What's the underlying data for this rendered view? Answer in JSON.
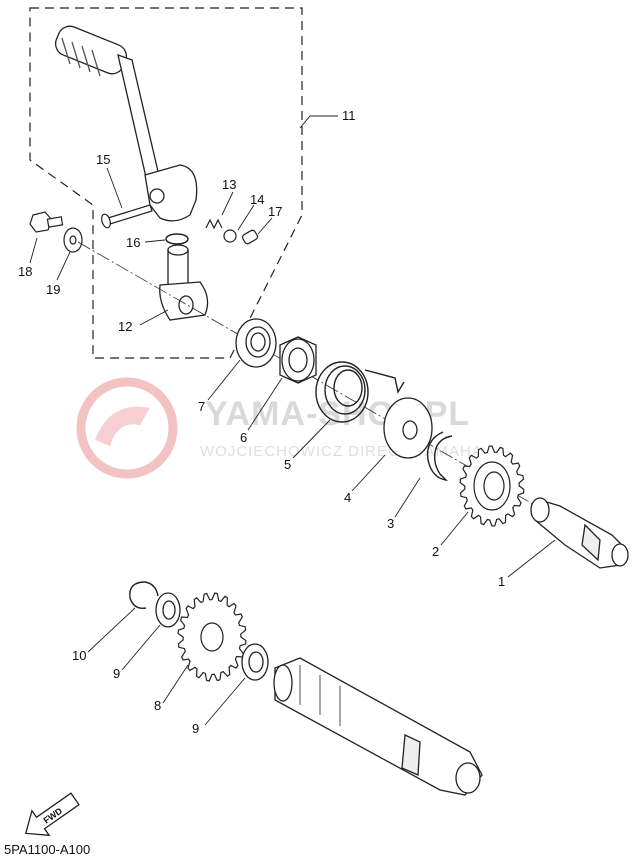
{
  "diagram": {
    "code": "5PA1100-A100",
    "fwd_label": "FWD",
    "watermark": {
      "name": "YAMA-SHOP.PL",
      "sub": "WOJCIECHOWICZ DIRECT YAMAHA"
    },
    "callouts": {
      "p1": "1",
      "p2": "2",
      "p3": "3",
      "p4": "4",
      "p5": "5",
      "p6": "6",
      "p7": "7",
      "p8": "8",
      "p9a": "9",
      "p9b": "9",
      "p10": "10",
      "p11": "11",
      "p12": "12",
      "p13": "13",
      "p14": "14",
      "p15": "15",
      "p16": "16",
      "p17": "17",
      "p18": "18",
      "p19": "19"
    }
  }
}
